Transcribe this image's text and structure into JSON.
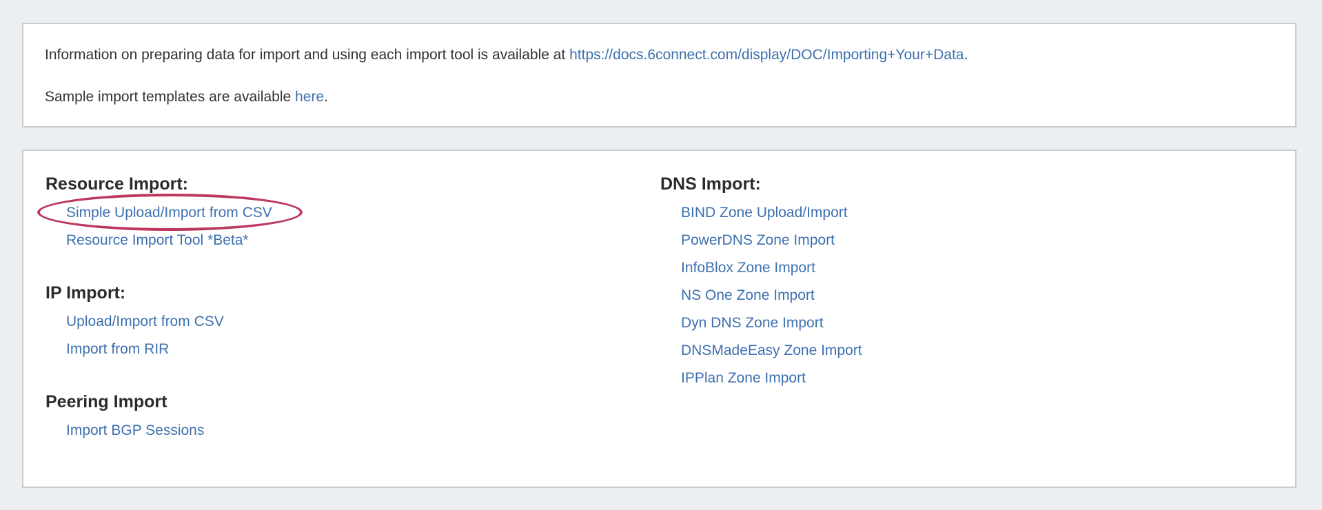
{
  "colors": {
    "page_background": "#eceff1",
    "panel_border": "#cbcbcb",
    "body_text": "#333333",
    "heading_text": "#2b2b2b",
    "link_blue": "#3e70af",
    "annotation_red": "#bd3a5f"
  },
  "info_panel": {
    "line1_prefix": "Information on preparing data for import and using each import tool is available at ",
    "line1_link": "https://docs.6connect.com/display/DOC/Importing+Your+Data",
    "line1_suffix": ".",
    "line2_prefix": "Sample import templates are available ",
    "line2_link": "here",
    "line2_suffix": "."
  },
  "import_panel": {
    "left_sections": [
      {
        "heading": "Resource Import:",
        "links": [
          {
            "label": "Simple Upload/Import from CSV",
            "circled": true
          },
          {
            "label": "Resource Import Tool *Beta*",
            "circled": false
          }
        ]
      },
      {
        "heading": "IP Import:",
        "links": [
          {
            "label": "Upload/Import from CSV",
            "circled": false
          },
          {
            "label": "Import from RIR",
            "circled": false
          }
        ]
      },
      {
        "heading": "Peering Import",
        "links": [
          {
            "label": "Import BGP Sessions",
            "circled": false
          }
        ]
      }
    ],
    "right_sections": [
      {
        "heading": "DNS Import:",
        "links": [
          {
            "label": "BIND Zone Upload/Import",
            "circled": false
          },
          {
            "label": "PowerDNS Zone Import",
            "circled": false
          },
          {
            "label": "InfoBlox Zone Import",
            "circled": false
          },
          {
            "label": "NS One Zone Import",
            "circled": false
          },
          {
            "label": "Dyn DNS Zone Import",
            "circled": false
          },
          {
            "label": "DNSMadeEasy Zone Import",
            "circled": false
          },
          {
            "label": "IPPlan Zone Import",
            "circled": false
          }
        ]
      }
    ]
  }
}
